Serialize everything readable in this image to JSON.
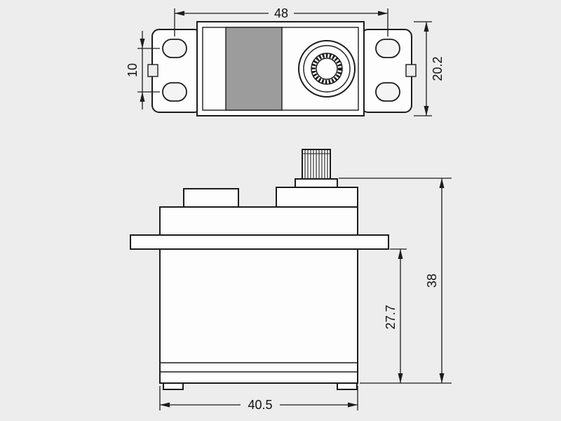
{
  "drawing": {
    "kind": "technical-dimension-drawing",
    "subject": "micro servo, top view and side view",
    "units_implied": "mm",
    "colors": {
      "background": "#ededed",
      "line": "#1c1c1c",
      "body_fill": "#fdfdfd",
      "shaded_block": "#9c9c9c"
    },
    "top_view": {
      "mount_hole_span_label": "48",
      "body_height_label": "20.2",
      "hole_spacing_label": "10"
    },
    "side_view": {
      "overall_height_label": "38",
      "lower_body_height_label": "27.7",
      "body_width_label": "40.5"
    }
  }
}
